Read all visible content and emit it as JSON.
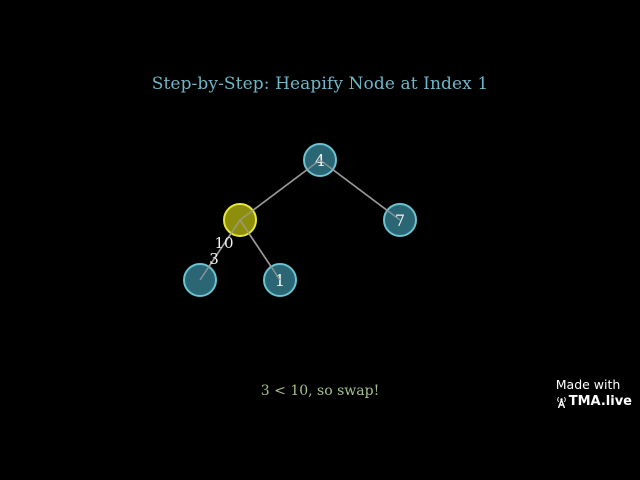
{
  "title": "Step-by-Step: Heapify Node at Index 1",
  "caption": "3 < 10, so swap!",
  "watermark": {
    "made_with": "Made with",
    "brand": "TMA.live",
    "icon": "radio-tower-icon"
  },
  "colors": {
    "background": "#000000",
    "title": "#6fb6c8",
    "node_fill": "#2e6f7e",
    "node_stroke": "#6cc3d1",
    "highlight_fill": "#9a9a0e",
    "highlight_stroke": "#e6e63a",
    "edge": "#9a9a9a",
    "caption": "#a6c28e",
    "label": "#f2f2f2"
  },
  "tree": {
    "nodes": [
      {
        "index": 0,
        "label": "4",
        "highlighted": false
      },
      {
        "index": 1,
        "label": "",
        "highlighted": true
      },
      {
        "index": 2,
        "label": "7",
        "highlighted": false
      },
      {
        "index": 3,
        "label": "",
        "highlighted": false
      },
      {
        "index": 4,
        "label": "1",
        "highlighted": false
      }
    ],
    "swapping_labels": [
      "10",
      "3"
    ]
  }
}
